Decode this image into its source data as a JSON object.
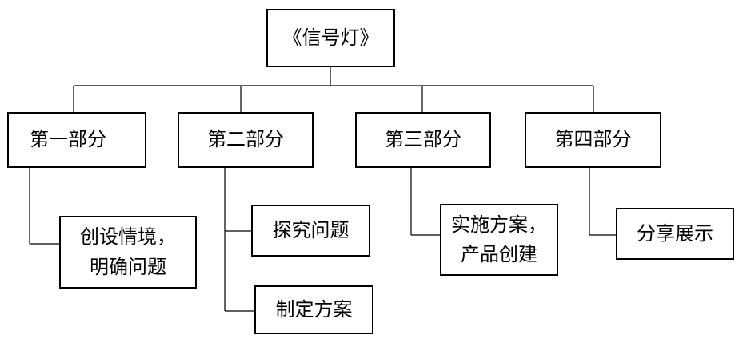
{
  "root": {
    "label": "《信号灯》"
  },
  "parts": [
    {
      "label": "第一部分",
      "children": [
        {
          "lines": [
            "创设情境，",
            "明确问题"
          ]
        }
      ]
    },
    {
      "label": "第二部分",
      "children": [
        {
          "lines": [
            "探究问题"
          ]
        },
        {
          "lines": [
            "制定方案"
          ]
        }
      ]
    },
    {
      "label": "第三部分",
      "children": [
        {
          "lines": [
            "实施方案，",
            "产品创建"
          ]
        }
      ]
    },
    {
      "label": "第四部分",
      "children": [
        {
          "lines": [
            "分享展示"
          ]
        }
      ]
    }
  ],
  "colors": {
    "line": "#000000",
    "box_border": "#000000",
    "background": "#ffffff"
  }
}
